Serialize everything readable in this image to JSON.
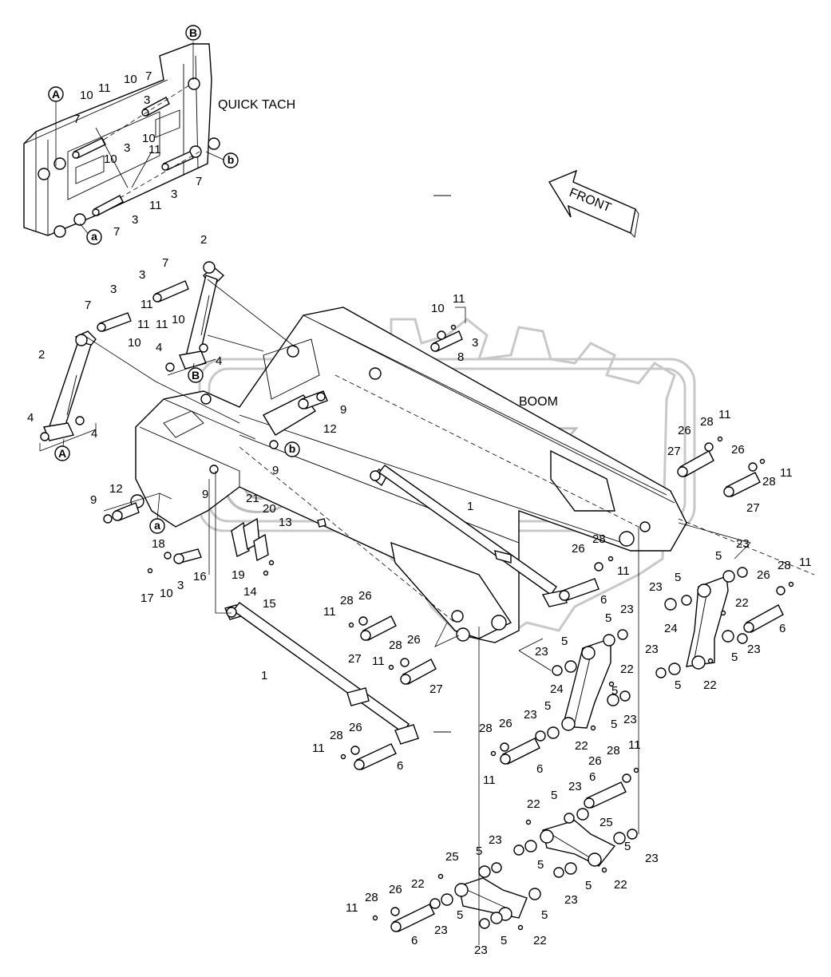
{
  "labels": {
    "quick_tach": "QUICK TACH",
    "boom": "BOOM",
    "front": "FRONT"
  },
  "watermark_text": "OPEX",
  "ref_circles": {
    "A": "A",
    "B": "B",
    "a": "a",
    "b": "b"
  },
  "part_numbers": [
    "1",
    "2",
    "3",
    "4",
    "5",
    "6",
    "7",
    "8",
    "9",
    "10",
    "11",
    "12",
    "13",
    "14",
    "15",
    "16",
    "17",
    "18",
    "19",
    "20",
    "21",
    "22",
    "23",
    "24",
    "25",
    "26",
    "27",
    "28"
  ]
}
